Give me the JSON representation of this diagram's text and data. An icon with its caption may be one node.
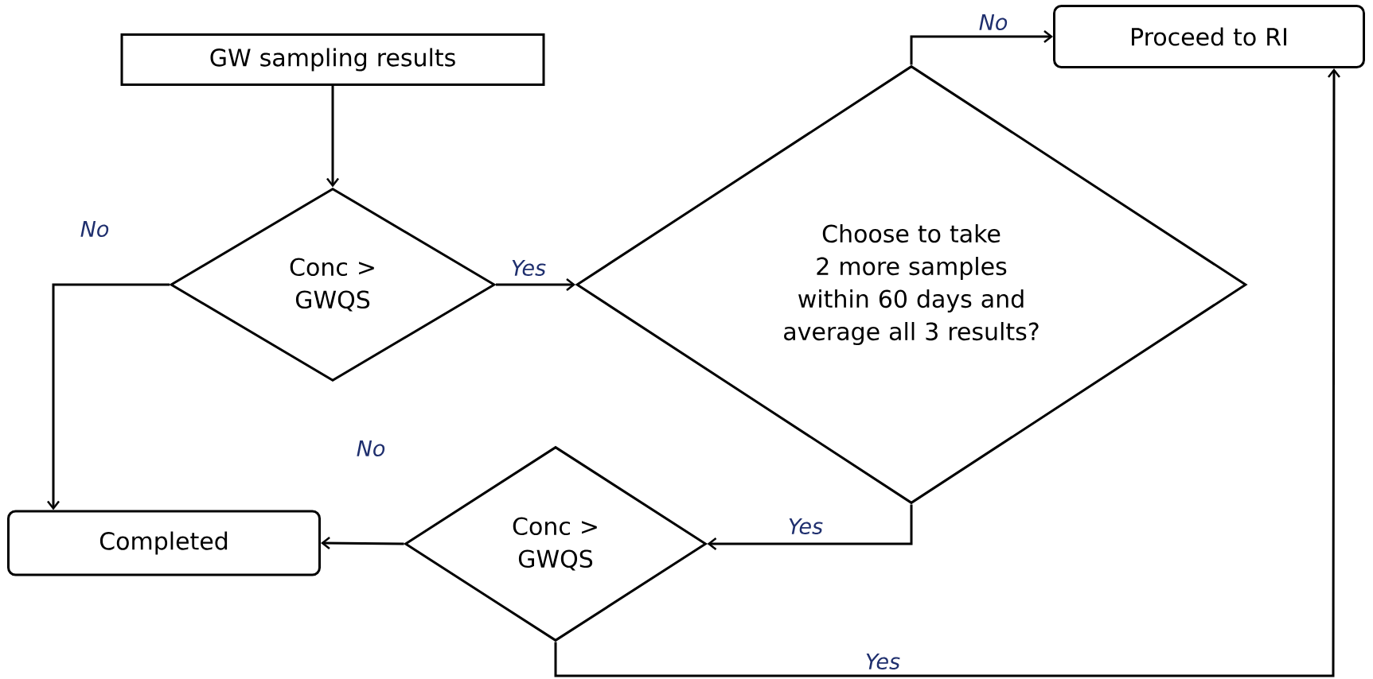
{
  "diagram": {
    "nodes": [
      {
        "text": [
          "GW sampling results"
        ]
      },
      {
        "text": [
          "Conc > GWQS"
        ]
      },
      {
        "text": [
          "Choose to take 2 more samples within 60 days and average all 3 results?"
        ]
      },
      {
        "text": [
          "Proceed to RI"
        ]
      },
      {
        "text": [
          "Conc > GWQS"
        ]
      },
      {
        "text": [
          "Completed"
        ]
      }
    ],
    "edges": [
      {
        "from": 0,
        "to": 1,
        "arrow": "to"
      },
      {
        "from": 1,
        "to": 5,
        "arrow": "to",
        "label": "No"
      },
      {
        "from": 1,
        "to": 2,
        "arrow": "to",
        "label": "Yes"
      },
      {
        "from": 2,
        "to": 3,
        "arrow": "to",
        "label": "No"
      },
      {
        "from": 2,
        "to": 4,
        "arrow": "to",
        "label": "Yes"
      },
      {
        "from": 4,
        "to": 5,
        "arrow": "to",
        "label": "No"
      },
      {
        "from": 4,
        "to": 3,
        "arrow": "to",
        "label": "Yes"
      }
    ]
  }
}
